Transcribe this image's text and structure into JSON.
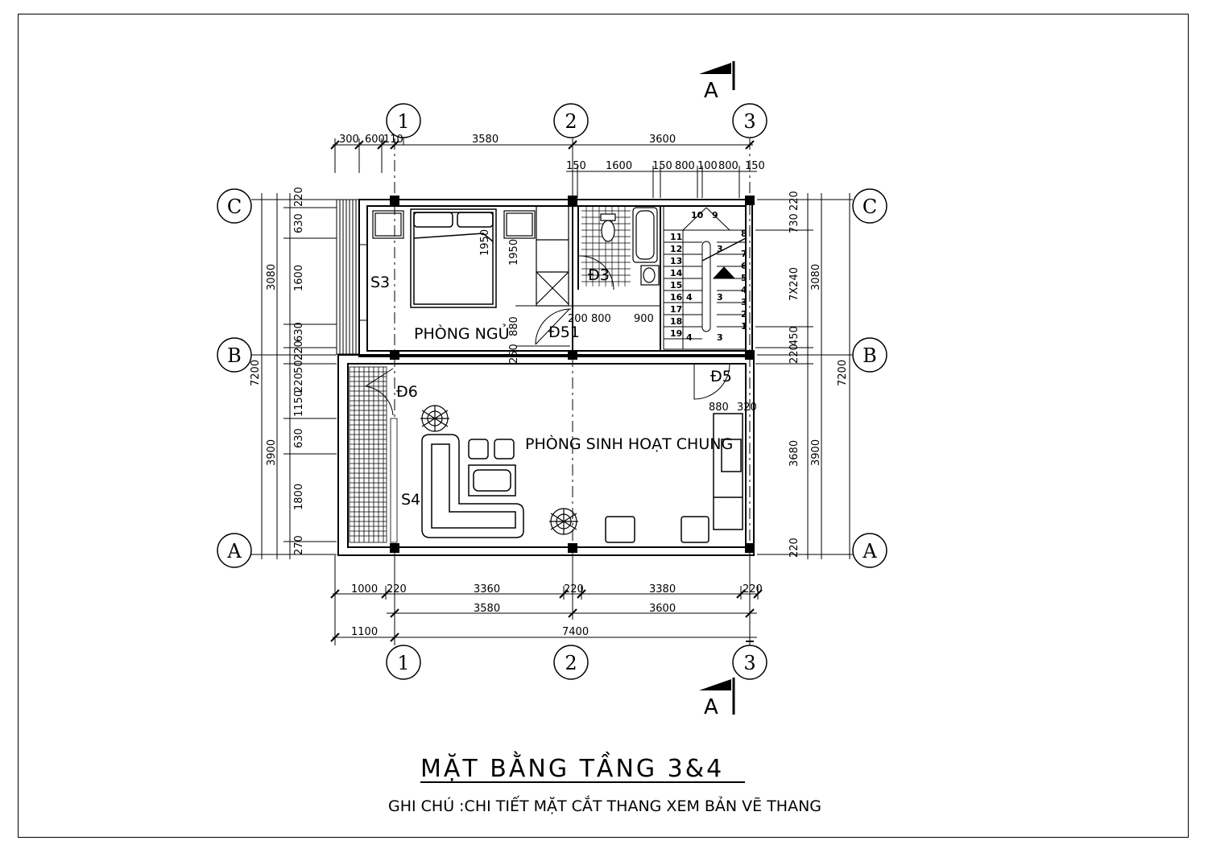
{
  "drawing": {
    "title": "MẶT BẰNG TẦNG 3&4",
    "note": "GHI CHÚ :CHI TIẾT MẶT CẮT THANG XEM BẢN VẼ THANG"
  },
  "section_marks": [
    "A",
    "A"
  ],
  "grid_axes": {
    "vertical": [
      "1",
      "2",
      "3"
    ],
    "horizontal": [
      "C",
      "B",
      "A"
    ]
  },
  "rooms": {
    "bedroom": "PHÒNG NGỦ",
    "living": "PHÒNG SINH HOẠT CHUNG"
  },
  "labels": {
    "s3": "S3",
    "s4": "S4",
    "d3": "Đ3",
    "d5a": "Đ51",
    "d5b": "Đ5",
    "d6": "Đ6"
  },
  "dims": {
    "top1": [
      "300",
      "600",
      "110",
      "3580",
      "3600"
    ],
    "top2": [
      "150",
      "1600",
      "150",
      "800",
      "100",
      "800",
      "150"
    ],
    "bot1": [
      "1000",
      "220",
      "3360",
      "220",
      "3380",
      "220"
    ],
    "bot2": [
      "3580",
      "3600"
    ],
    "bot3": [
      "1100",
      "7400"
    ],
    "left_inner": [
      "220",
      "630",
      "1600",
      "630",
      "220",
      "50",
      "220",
      "1150",
      "630",
      "1800",
      "270"
    ],
    "left_mid": [
      "3080",
      "3900"
    ],
    "left_outer": "7200",
    "right_inner": [
      "220",
      "730",
      "7X240",
      "450",
      "220",
      "3680",
      "220"
    ],
    "right_mid": [
      "3080",
      "3900"
    ],
    "right_outer": "7200",
    "interior": [
      "1950",
      "1950",
      "880",
      "250",
      "200",
      "800",
      "900",
      "880",
      "320"
    ]
  },
  "stairs": {
    "steps": [
      "1",
      "2",
      "3",
      "4",
      "5",
      "6",
      "7",
      "8",
      "9",
      "10",
      "11",
      "12",
      "13",
      "14",
      "15",
      "16",
      "17",
      "18",
      "19"
    ],
    "marks": [
      "4",
      "3",
      "3",
      "4",
      "3"
    ]
  }
}
